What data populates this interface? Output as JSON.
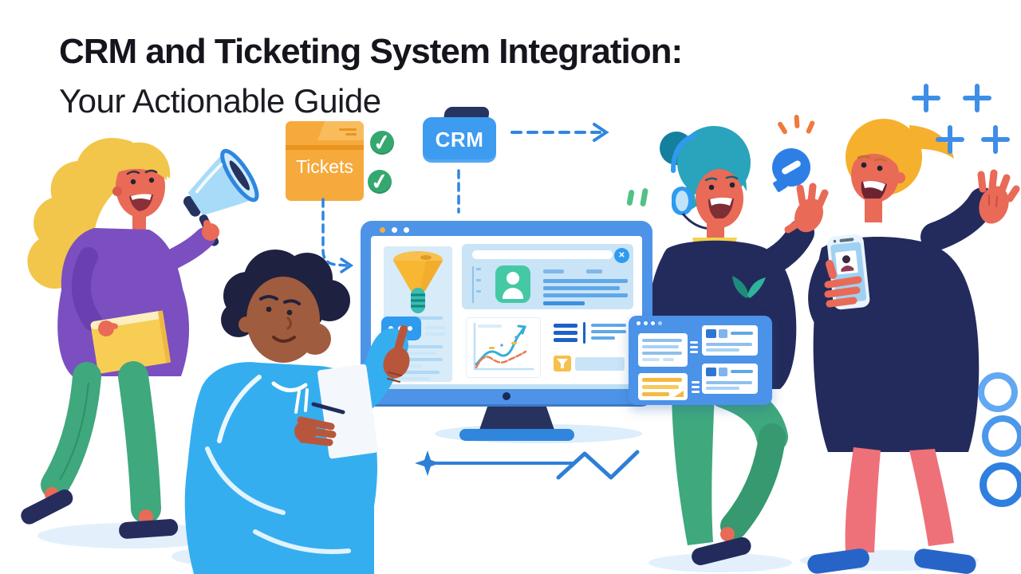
{
  "header": {
    "title_bold": "CRM and Ticketing System Integration:",
    "title_regular": "Your Actionable Guide"
  },
  "folders": {
    "tickets_label": "Tickets",
    "crm_label": "CRM"
  },
  "icons": {
    "checkmark": "✓",
    "close": "✕"
  },
  "colors": {
    "accent_blue": "#2E86E0",
    "folder_orange": "#F6AA3C",
    "folder_crm_blue": "#3D9BF0",
    "check_green": "#34A86E",
    "monitor_frame_blue": "#4D94E8",
    "panel_blue": "#4B92E9",
    "funnel_yellow": "#F7B733",
    "avatar_teal": "#45C9A5",
    "navy": "#232B5C",
    "skin_coral": "#E96A57",
    "hoodie_blue": "#35AEF0",
    "pants_green": "#3FA87D",
    "sweater_purple": "#7B4FC0",
    "hair_blonde": "#F2C64B",
    "hair_teal": "#2AA3BC",
    "hair_orange": "#F5B02E",
    "pants_pink": "#EE7179"
  }
}
